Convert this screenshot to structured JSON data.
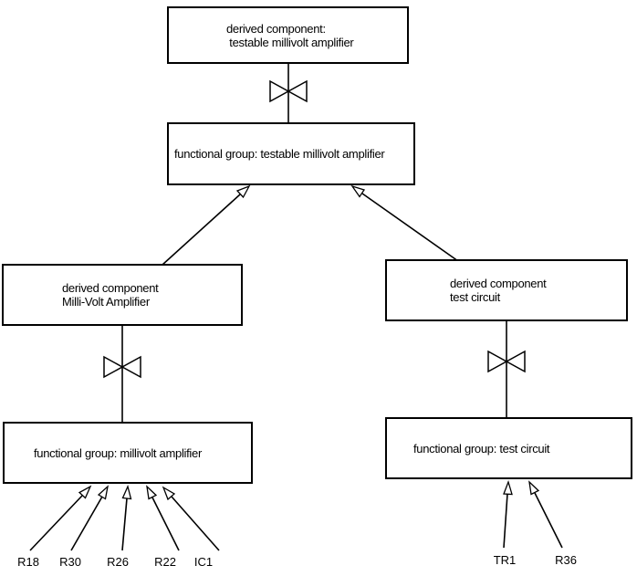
{
  "nodes": {
    "derived_top": {
      "line1": "derived component:",
      "line2": " testable millivolt amplifier"
    },
    "fg_top": {
      "label": "functional group: testable millivolt amplifier"
    },
    "derived_left": {
      "line1": "derived component",
      "line2": "Milli-Volt Amplifier"
    },
    "derived_right": {
      "line1": "derived component",
      "line2": "test circuit"
    },
    "fg_left": {
      "label": "functional group: millivolt amplifier"
    },
    "fg_right": {
      "label": "functional group: test circuit"
    }
  },
  "components": {
    "left": [
      "R18",
      "R30",
      "R26",
      "R22",
      "IC1"
    ],
    "right": [
      "TR1",
      "R36"
    ]
  },
  "colors": {
    "line": "#000000",
    "background": "#ffffff",
    "text": "#000000"
  }
}
